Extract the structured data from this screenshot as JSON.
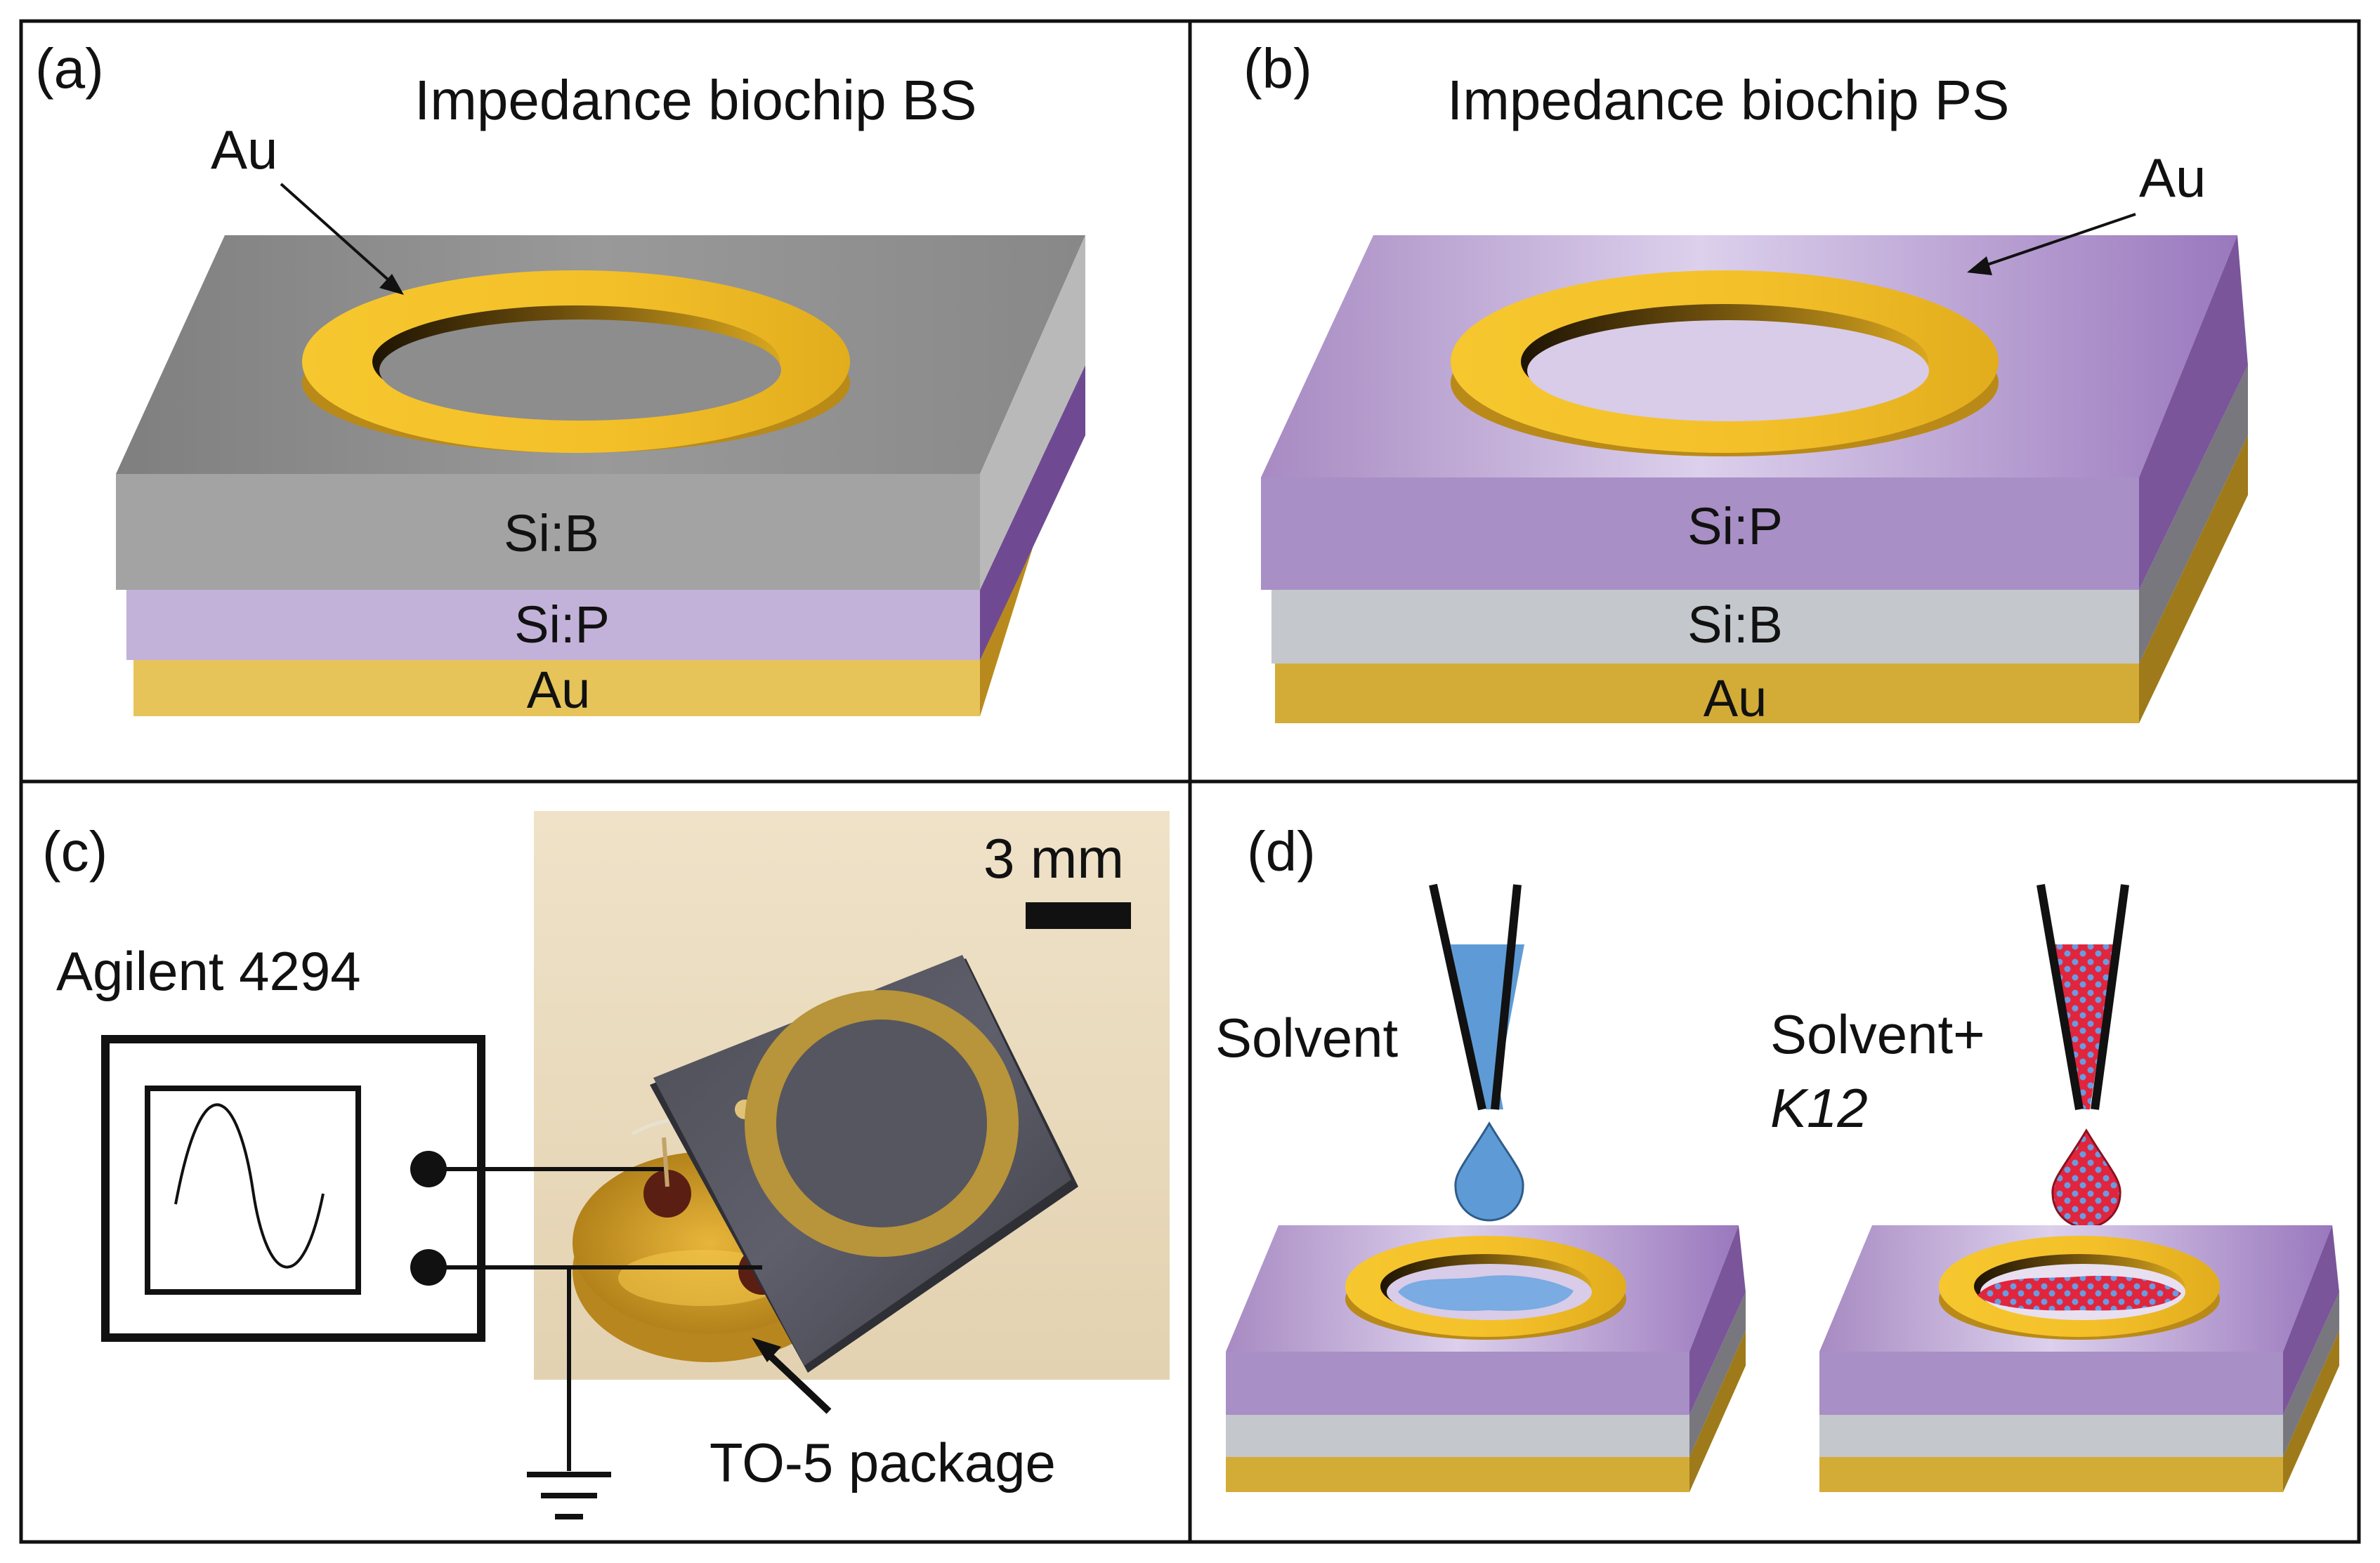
{
  "colors": {
    "gold": "#f4c430",
    "gold_dark": "#7a5c10",
    "gray_top": "#8f8f8f",
    "gray_front": "#a3a3a3",
    "purple_top": "#b49ccc",
    "purple_front": "#a88fc5",
    "purple_side": "#7a559a",
    "lavender_front": "#c2b2da",
    "silver_front": "#c4c7cc",
    "au_front": "#e6c45a",
    "au_front_dark": "#d3ac37",
    "liquid": "#5e9bd6",
    "bacteria": "#e0253d",
    "bacteria_dot": "#5a8fd8"
  },
  "panels": {
    "a": {
      "label": "(a)",
      "title": "Impedance  biochip BS",
      "ring_label": "Au",
      "layers": [
        "Si:B",
        "Si:P",
        "Au"
      ]
    },
    "b": {
      "label": "(b)",
      "title": "Impedance  biochip PS",
      "ring_label": "Au",
      "layers": [
        "Si:P",
        "Si:B",
        "Au"
      ]
    },
    "c": {
      "label": "(c)",
      "instrument": "Agilent 4294",
      "scale_bar": "3 mm",
      "package_label": "TO-5 package"
    },
    "d": {
      "label": "(d)",
      "left_label": "Solvent",
      "right_label_line1": "Solvent+",
      "right_label_line2": "K12"
    }
  }
}
